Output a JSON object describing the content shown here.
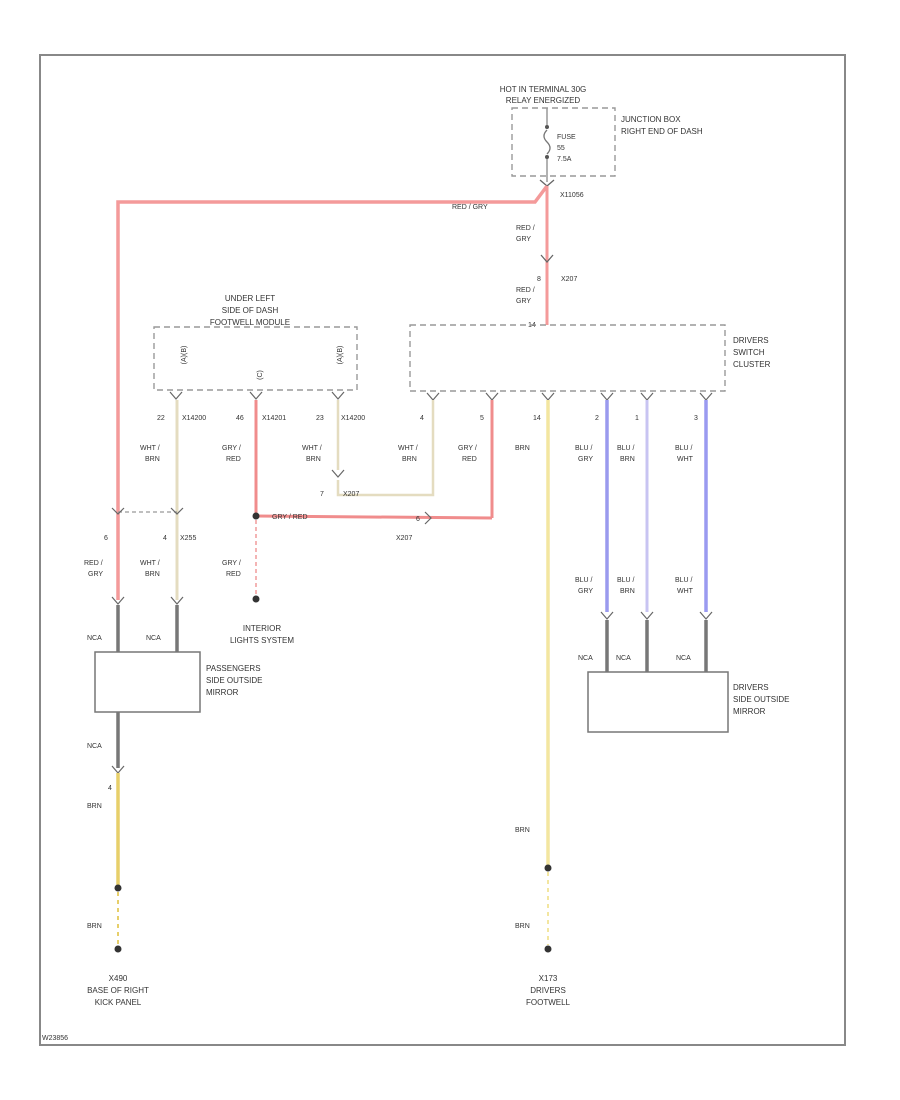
{
  "colors": {
    "red_gry": "#f49a9a",
    "wht_brn": "#e4dcc0",
    "gry_red": "#f08c8c",
    "brn": "#f3e6a0",
    "blu_gry": "#9a9aee",
    "blu_brn": "#c8c4f2",
    "blu_wht": "#9a9af0",
    "nca": "#777777",
    "frame": "#888888",
    "ground_brn": "#e7cf6a"
  },
  "power": {
    "title_line1": "HOT IN TERMINAL 30G",
    "title_line2": "RELAY ENERGIZED",
    "junction_line1": "JUNCTION BOX",
    "junction_line2": "RIGHT END OF DASH",
    "fuse_label": "FUSE",
    "fuse_number": "55",
    "fuse_rating": "7.5A",
    "connector": "X11056"
  },
  "wires": {
    "red_gry": "RED / GRY",
    "red": "RED /",
    "gry": "GRY",
    "wht": "WHT /",
    "brn_suffix": "BRN",
    "gry_slash": "GRY /",
    "red_suffix": "RED",
    "brn": "BRN",
    "blu": "BLU /",
    "wht_suffix": "WHT",
    "gry_red_inline": "GRY / RED",
    "nca": "NCA"
  },
  "footwell_module": {
    "line1": "UNDER LEFT",
    "line2": "SIDE OF DASH",
    "line3": "FOOTWELL MODULE",
    "pins": [
      "22",
      "46",
      "23"
    ],
    "connectors": [
      "X14200",
      "X14201",
      "X14200"
    ],
    "internal": [
      "(A)(B)",
      "(C)",
      "(A)(B)"
    ]
  },
  "switch_cluster": {
    "line1": "DRIVERS",
    "line2": "SWITCH",
    "line3": "CLUSTER",
    "top_pin": "14",
    "pins": [
      "4",
      "5",
      "14",
      "2",
      "1",
      "3"
    ]
  },
  "connectors": {
    "x207": "X207",
    "x255": "X255",
    "pin_6": "6",
    "pin_4": "4",
    "pin_8": "8",
    "pin_7": "7"
  },
  "interior_lights": {
    "line1": "INTERIOR",
    "line2": "LIGHTS SYSTEM"
  },
  "passenger_mirror": {
    "line1": "PASSENGERS",
    "line2": "SIDE OUTSIDE",
    "line3": "MIRROR"
  },
  "driver_mirror": {
    "line1": "DRIVERS",
    "line2": "SIDE OUTSIDE",
    "line3": "MIRROR"
  },
  "ground_left": {
    "id": "X490",
    "line1": "BASE OF RIGHT",
    "line2": "KICK PANEL"
  },
  "ground_right": {
    "id": "X173",
    "line1": "DRIVERS",
    "line2": "FOOTWELL"
  },
  "figure_code": "W23856"
}
